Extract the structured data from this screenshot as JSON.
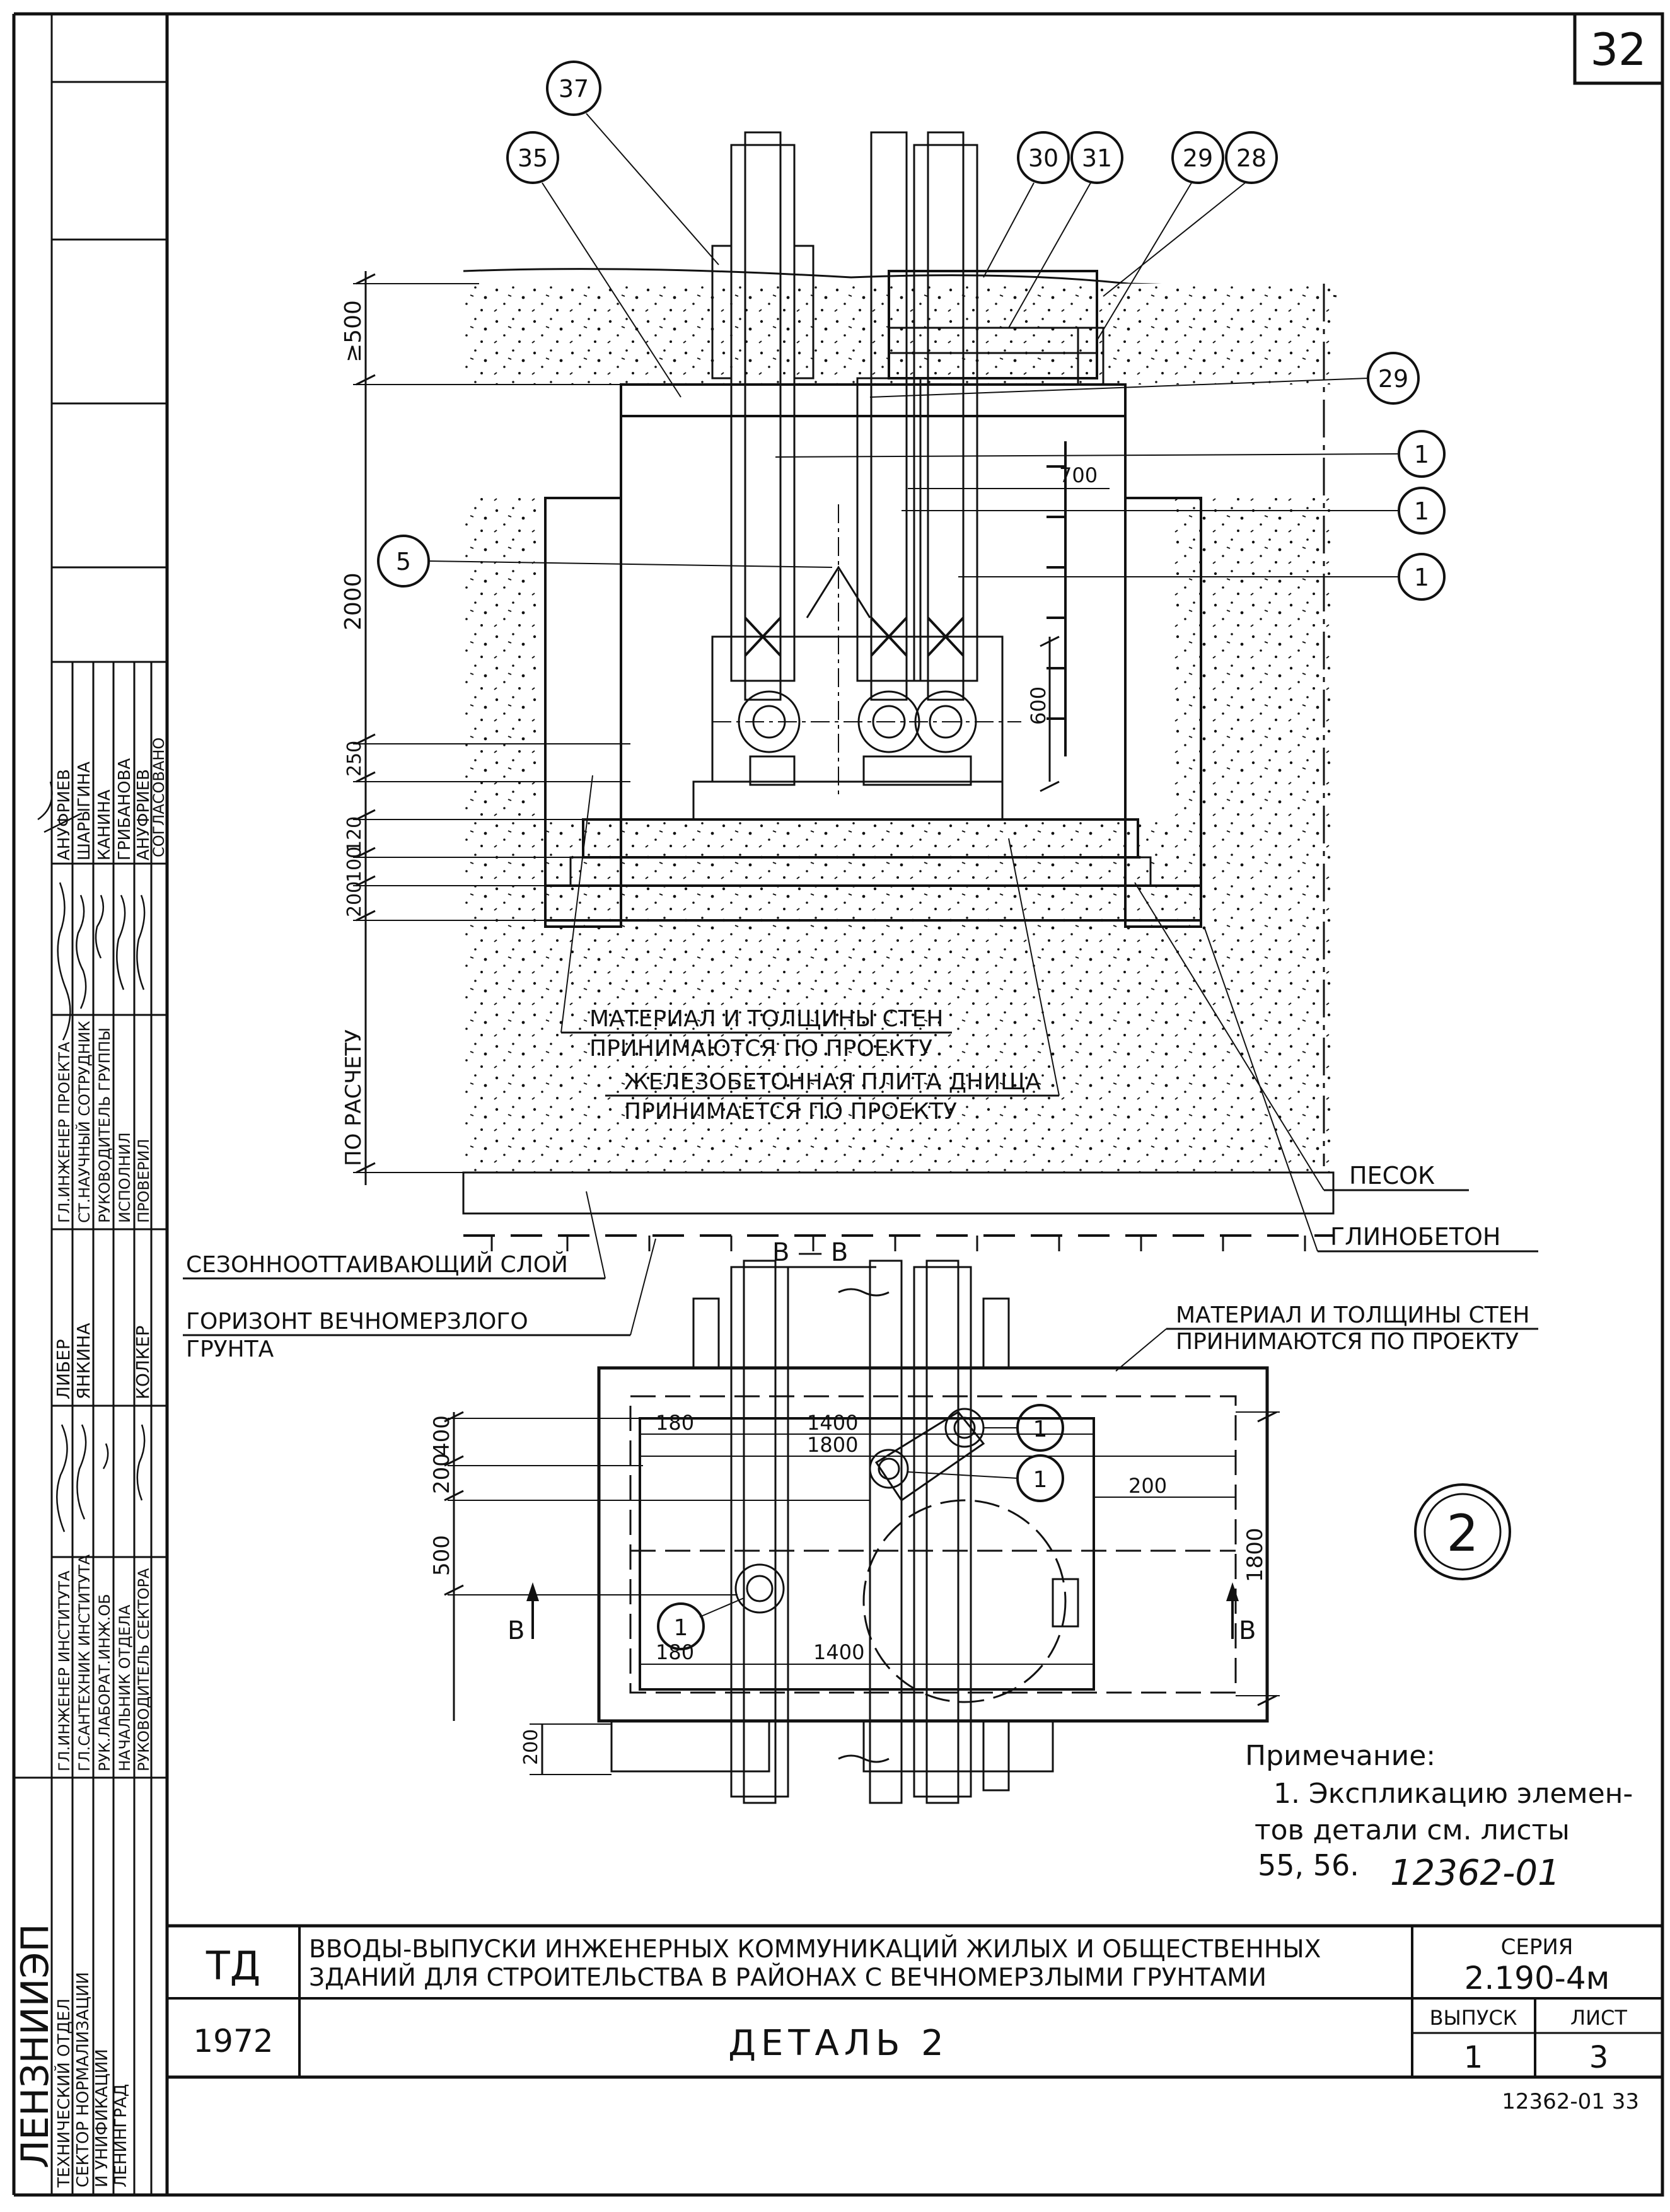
{
  "sheet_number_box": "32",
  "callouts": {
    "c37": "37",
    "c35": "35",
    "c30": "30",
    "c31": "31",
    "c29a": "29",
    "c28": "28",
    "c29b": "29",
    "c1a": "1",
    "c1b": "1",
    "c1c": "1",
    "c5": "5",
    "c1d": "1",
    "c1e": "1",
    "c1f": "1",
    "detail_no": "2"
  },
  "section_dims": {
    "d500": "≥500",
    "d2000": "2000",
    "d250": "250",
    "d120": "120",
    "d100": "100",
    "d200": "200",
    "d_calc": "ПО РАСЧЕТУ",
    "d700": "700",
    "d600": "600"
  },
  "plan_dims": {
    "d400": "400",
    "d200": "200",
    "d500": "500",
    "d180a": "180",
    "d1400a": "1400",
    "d1800a": "1800",
    "d200r": "200",
    "d1800v": "1800",
    "d180b": "180",
    "d1400b": "1400",
    "d200b": "200"
  },
  "section_mark": "В — В",
  "section_arrow_left": "В",
  "section_arrow_right": "В",
  "annotations": {
    "walls_line1": "МАТЕРИАЛ И ТОЛЩИНЫ СТЕН",
    "walls_line2": "ПРИНИМАЮТСЯ ПО ПРОЕКТУ",
    "slab_line1": "ЖЕЛЕЗОБЕТОННАЯ ПЛИТА ДНИЩА",
    "slab_line2": "ПРИНИМАЕТСЯ ПО ПРОЕКТУ",
    "sand": "ПЕСОК",
    "clay_concrete": "ГЛИНОБЕТОН",
    "seasonal_layer": "СЕЗОННООТТАИВАЮЩИЙ СЛОЙ",
    "permafrost_line1": "ГОРИЗОНТ ВЕЧНОМЕРЗЛОГО",
    "permafrost_line2": "ГРУНТА",
    "plan_walls_line1": "МАТЕРИАЛ И ТОЛЩИНЫ СТЕН",
    "plan_walls_line2": "ПРИНИМАЮТСЯ ПО ПРОЕКТУ"
  },
  "note": {
    "heading": "Примечание:",
    "line1": "1. Экспликацию элемен-",
    "line2": "тов детали см. листы",
    "line3": "55, 56.",
    "handwritten": "12362-01"
  },
  "left_stamp": {
    "org_name": "ЛЕНЗНИИЭП",
    "org_line1": "ТЕХНИЧЕСКИЙ ОТДЕЛ",
    "org_line2": "СЕКТОР НОРМАЛИЗАЦИИ",
    "org_line3": "И УНИФИКАЦИИ",
    "org_line4": "ЛЕНИНГРАД",
    "col1_roles": [
      "ГЛ.ИНЖЕНЕР ИНСТИТУТА",
      "ГЛ.САНТЕХНИК ИНСТИТУТА",
      "РУК.ЛАБОРАТ.ИНЖ.ОБ",
      "НАЧАЛЬНИК ОТДЕЛА",
      "РУКОВОДИТЕЛЬ СЕКТОРА"
    ],
    "col1_names": [
      "ЛИБЕР",
      "ЯНКИНА",
      "КОЛКЕР"
    ],
    "col2_roles": [
      "ГЛ.ИНЖЕНЕР ПРОЕКТА",
      "СТ.НАУЧНЫЙ СОТРУДНИК",
      "РУКОВОДИТЕЛЬ ГРУППЫ",
      "ИСПОЛНИЛ",
      "ПРОВЕРИЛ"
    ],
    "col2_names": [
      "АНУФРИЕВ",
      "ШАРЫГИНА",
      "КАНИНА",
      "ГРИБАНОВА",
      "АНУФРИЕВ"
    ],
    "approved": "СОГЛАСОВАНО"
  },
  "title_block": {
    "code": "ТД",
    "year": "1972",
    "title_line1": "ВВОДЫ-ВЫПУСКИ ИНЖЕНЕРНЫХ КОММУНИКАЦИЙ ЖИЛЫХ И ОБЩЕСТВЕННЫХ",
    "title_line2": "ЗДАНИЙ ДЛЯ СТРОИТЕЛЬСТВА В РАЙОНАХ С ВЕЧНОМЕРЗЛЫМИ ГРУНТАМИ",
    "series_label": "СЕРИЯ",
    "series_value": "2.190-4м",
    "issue_label": "ВЫПУСК",
    "issue_value": "1",
    "sheet_label": "ЛИСТ",
    "sheet_value": "3",
    "subtitle": "ДЕТАЛЬ 2"
  },
  "footer_code": "12362-01 33"
}
